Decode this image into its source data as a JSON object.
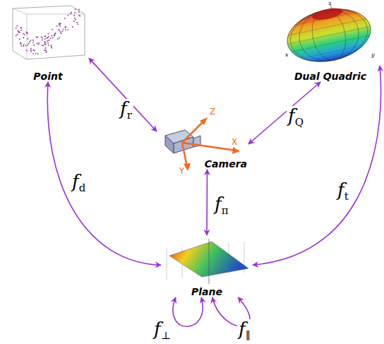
{
  "diagram": {
    "nodes": [
      {
        "text": [
          "Point"
        ]
      },
      {
        "text": [
          "Camera"
        ]
      },
      {
        "text": [
          "Dual Quadric"
        ]
      },
      {
        "text": [
          "Plane"
        ]
      }
    ],
    "edges": [
      {
        "from": 0,
        "to": 1,
        "label": "fr",
        "arrow": "both"
      },
      {
        "from": 1,
        "to": 2,
        "label": "fQ",
        "arrow": "both"
      },
      {
        "from": 1,
        "to": 3,
        "label": "fπ",
        "arrow": "both"
      },
      {
        "from": 0,
        "to": 3,
        "label": "fd",
        "arrow": "both"
      },
      {
        "from": 2,
        "to": 3,
        "label": "ft",
        "arrow": "both"
      },
      {
        "from": 3,
        "to": 3,
        "label": "f⊥",
        "arrow": "both"
      },
      {
        "from": 3,
        "to": 3,
        "label": "f∥",
        "arrow": "both"
      }
    ],
    "labels": [
      "z",
      "x",
      "y",
      "Z",
      "X",
      "Y"
    ]
  }
}
